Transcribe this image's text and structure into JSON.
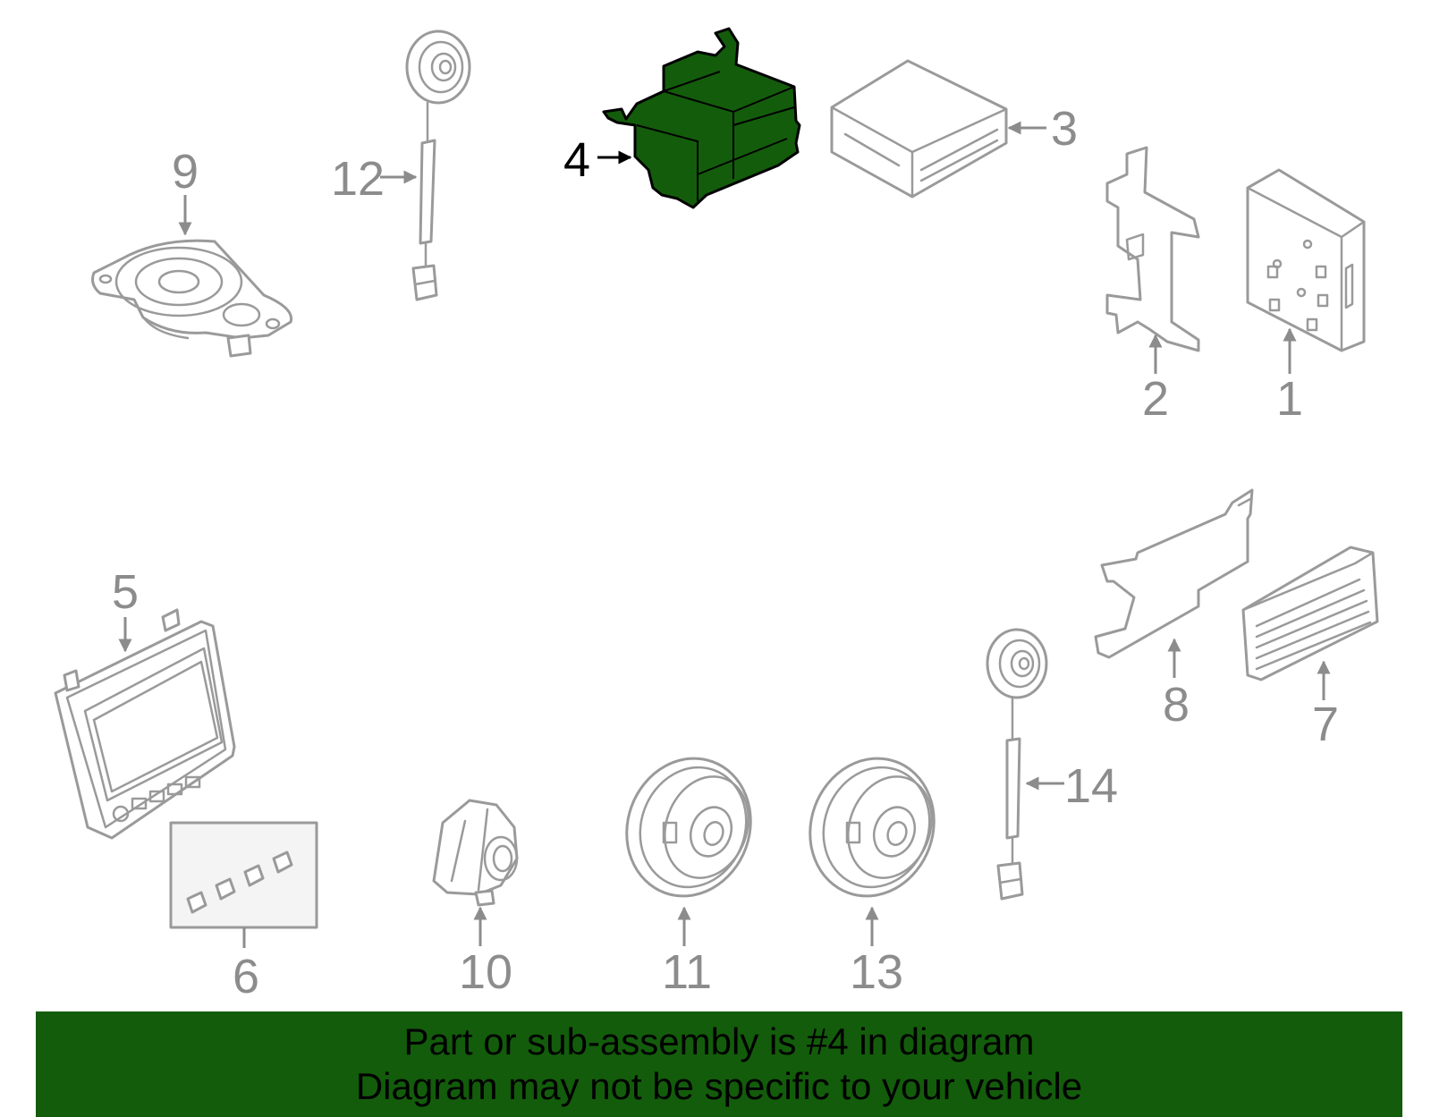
{
  "diagram": {
    "highlight_color": "#135c0b",
    "callouts": [
      "1",
      "2",
      "3",
      "4",
      "5",
      "6",
      "7",
      "8",
      "9",
      "10",
      "11",
      "12",
      "13",
      "14"
    ],
    "highlighted_callout": "4"
  },
  "banner": {
    "line1": "Part or sub-assembly is #4 in diagram",
    "line2": "Diagram may not be specific to your vehicle",
    "background": "#135c0b"
  }
}
